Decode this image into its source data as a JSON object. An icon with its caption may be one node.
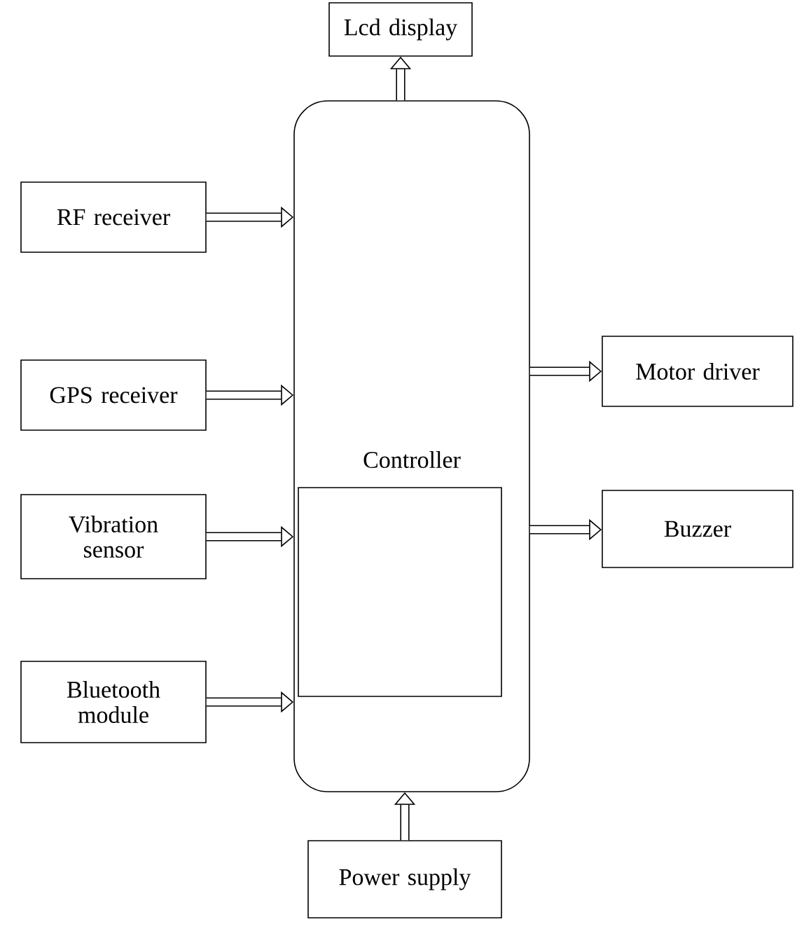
{
  "diagram": {
    "nodes": [
      {
        "text": [
          "Lcd display"
        ]
      },
      {
        "text": [
          "RF receiver"
        ]
      },
      {
        "text": [
          "Controller"
        ]
      },
      {
        "text": [],
        "shape": "box",
        "in": 2
      },
      {
        "text": [
          "GPS receiver"
        ]
      },
      {
        "text": [
          "Motor driver"
        ]
      },
      {
        "text": [
          "Vibration sensor"
        ]
      },
      {
        "text": [
          "Buzzer"
        ]
      },
      {
        "text": [
          "Bluetooth module"
        ]
      },
      {
        "text": [
          "Power supply"
        ]
      }
    ],
    "edges": [
      {
        "from": 2,
        "to": 0,
        "arrow": "to"
      },
      {
        "from": 1,
        "to": 2,
        "arrow": "to"
      },
      {
        "from": 4,
        "to": 2,
        "arrow": "to"
      },
      {
        "from": 2,
        "to": 5,
        "arrow": "to"
      },
      {
        "from": 6,
        "to": 2,
        "arrow": "to"
      },
      {
        "from": 2,
        "to": 7,
        "arrow": "to"
      },
      {
        "from": 8,
        "to": 2,
        "arrow": "to"
      },
      {
        "from": 9,
        "to": 2,
        "arrow": "to"
      }
    ]
  }
}
